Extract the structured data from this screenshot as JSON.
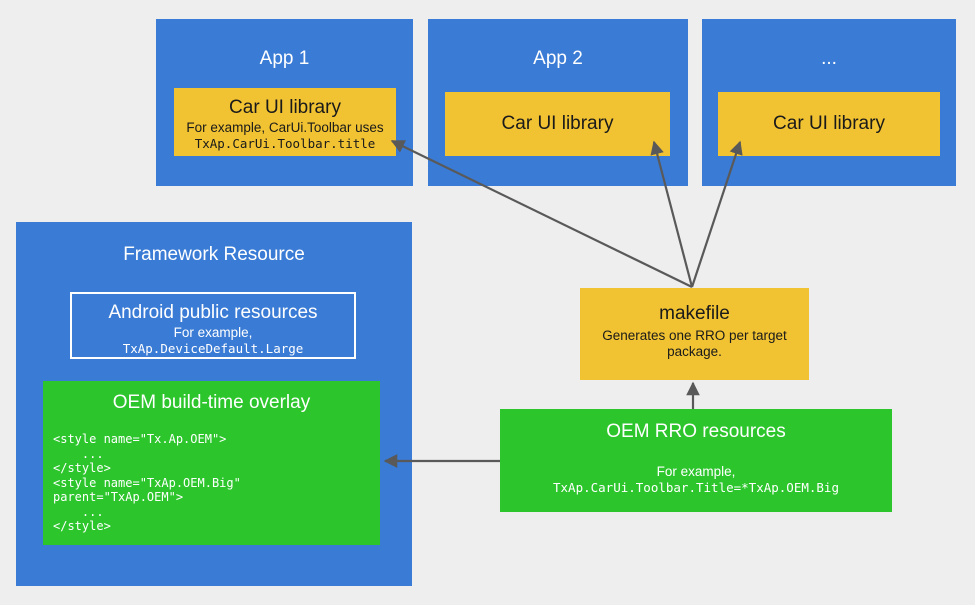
{
  "palette": {
    "background": "#efeeee",
    "blue": "#3a7bd5",
    "yellow": "#f1c232",
    "green": "#2cc62c",
    "arrow": "#595959",
    "white": "#ffffff"
  },
  "apps": [
    {
      "title": "App 1",
      "card_title": "Car UI library",
      "card_sub": "For example, CarUi.Toolbar uses",
      "card_code": "TxAp.CarUi.Toolbar.title"
    },
    {
      "title": "App 2",
      "card_title": "Car UI library",
      "card_sub": "",
      "card_code": ""
    },
    {
      "title": "...",
      "card_title": "Car UI library",
      "card_sub": "",
      "card_code": ""
    }
  ],
  "framework": {
    "title": "Framework Resource",
    "public_resources": {
      "title": "Android public resources",
      "sub": "For example,",
      "code": "TxAp.DeviceDefault.Large"
    },
    "build_overlay": {
      "title": "OEM build-time overlay",
      "code": "<style name=\"Tx.Ap.OEM\">\n    ...\n</style>\n<style name=\"TxAp.OEM.Big\"\nparent=\"TxAp.OEM\">\n    ...\n</style>"
    }
  },
  "makefile": {
    "title": "makefile",
    "sub": "Generates one RRO per target package."
  },
  "rro": {
    "title": "OEM RRO resources",
    "sub": "For example,",
    "code": "TxAp.CarUi.Toolbar.Title=*TxAp.OEM.Big"
  }
}
